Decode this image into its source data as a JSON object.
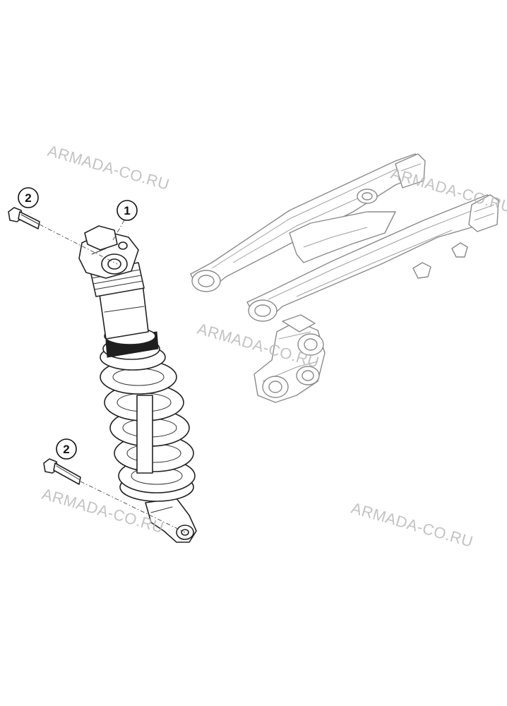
{
  "callouts": [
    {
      "number": "1",
      "part": "shock-absorber"
    },
    {
      "number": "2",
      "part": "shock-bolt-upper"
    },
    {
      "number": "2",
      "part": "shock-bolt-lower"
    }
  ],
  "watermark": "ARMADA-CO.RU",
  "colors": {
    "line": "#222222",
    "faint_line": "#8a8a8a",
    "watermark": "#b8b8b8"
  }
}
